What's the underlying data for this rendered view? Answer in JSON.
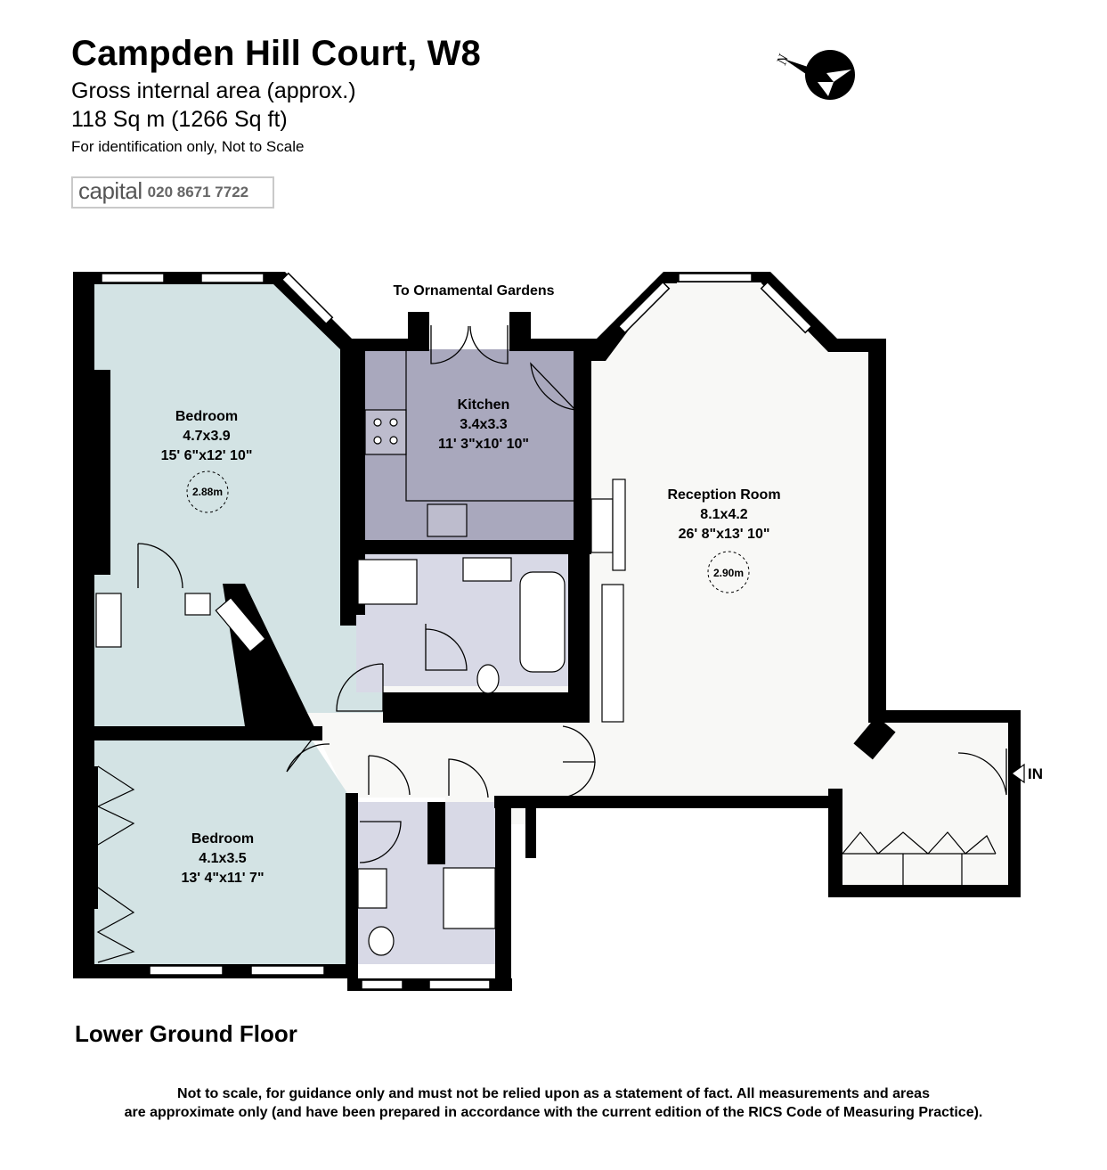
{
  "header": {
    "title": "Campden Hill Court, W8",
    "area_label": "Gross internal area (approx.)",
    "area_value": "118 Sq m (1266 Sq ft)",
    "note": "For identification only, Not to Scale"
  },
  "logo": {
    "brand": "capital",
    "phone": "020 8671 7722"
  },
  "compass": {
    "letter": "N"
  },
  "plan": {
    "garden_label": "To Ornamental Gardens",
    "entrance_label": "IN",
    "colors": {
      "bedroom": "#d3e3e4",
      "kitchen": "#a9a8bd",
      "bathroom": "#d8d9e6",
      "reception": "#f8f8f6",
      "wall": "#000000"
    },
    "rooms": {
      "bedroom1": {
        "name": "Bedroom",
        "metric": "4.7x3.9",
        "imperial": "15' 6\"x12' 10\"",
        "ceiling": "2.88m"
      },
      "kitchen": {
        "name": "Kitchen",
        "metric": "3.4x3.3",
        "imperial": "11' 3\"x10' 10\""
      },
      "reception": {
        "name": "Reception Room",
        "metric": "8.1x4.2",
        "imperial": "26' 8\"x13' 10\"",
        "ceiling": "2.90m"
      },
      "bedroom2": {
        "name": "Bedroom",
        "metric": "4.1x3.5",
        "imperial": "13' 4\"x11' 7\""
      }
    }
  },
  "floor_label": "Lower Ground Floor",
  "disclaimer": {
    "line1": "Not to scale, for guidance only and must not be relied upon as a statement of fact.  All measurements and areas",
    "line2": "are approximate only (and have been prepared in accordance with the current edition of the RICS Code of Measuring Practice)."
  }
}
